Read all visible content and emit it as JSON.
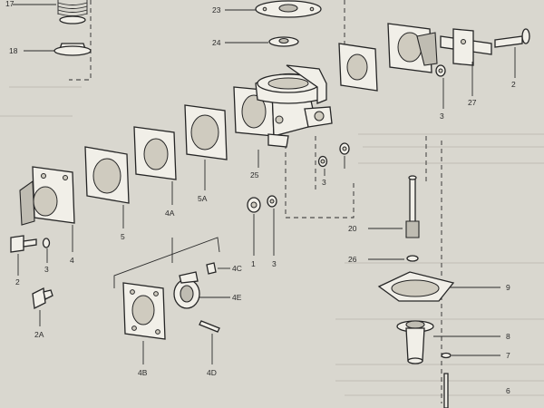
{
  "callouts": {
    "c17": "17",
    "c18": "18",
    "c23": "23",
    "c24": "24",
    "c2top": "2",
    "c27": "27",
    "c3a": "3",
    "c25": "25",
    "c5a": "5A",
    "c4a": "4A",
    "c5": "5",
    "c4": "4",
    "c3b": "3",
    "c2": "2",
    "c1": "1",
    "c3c": "3",
    "c3d": "3",
    "c20": "20",
    "c26": "26",
    "c9": "9",
    "c4c": "4C",
    "c4e": "4E",
    "c2a": "2A",
    "c4b": "4B",
    "c4d": "4D",
    "c8": "8",
    "c7": "7",
    "c6": "6"
  }
}
